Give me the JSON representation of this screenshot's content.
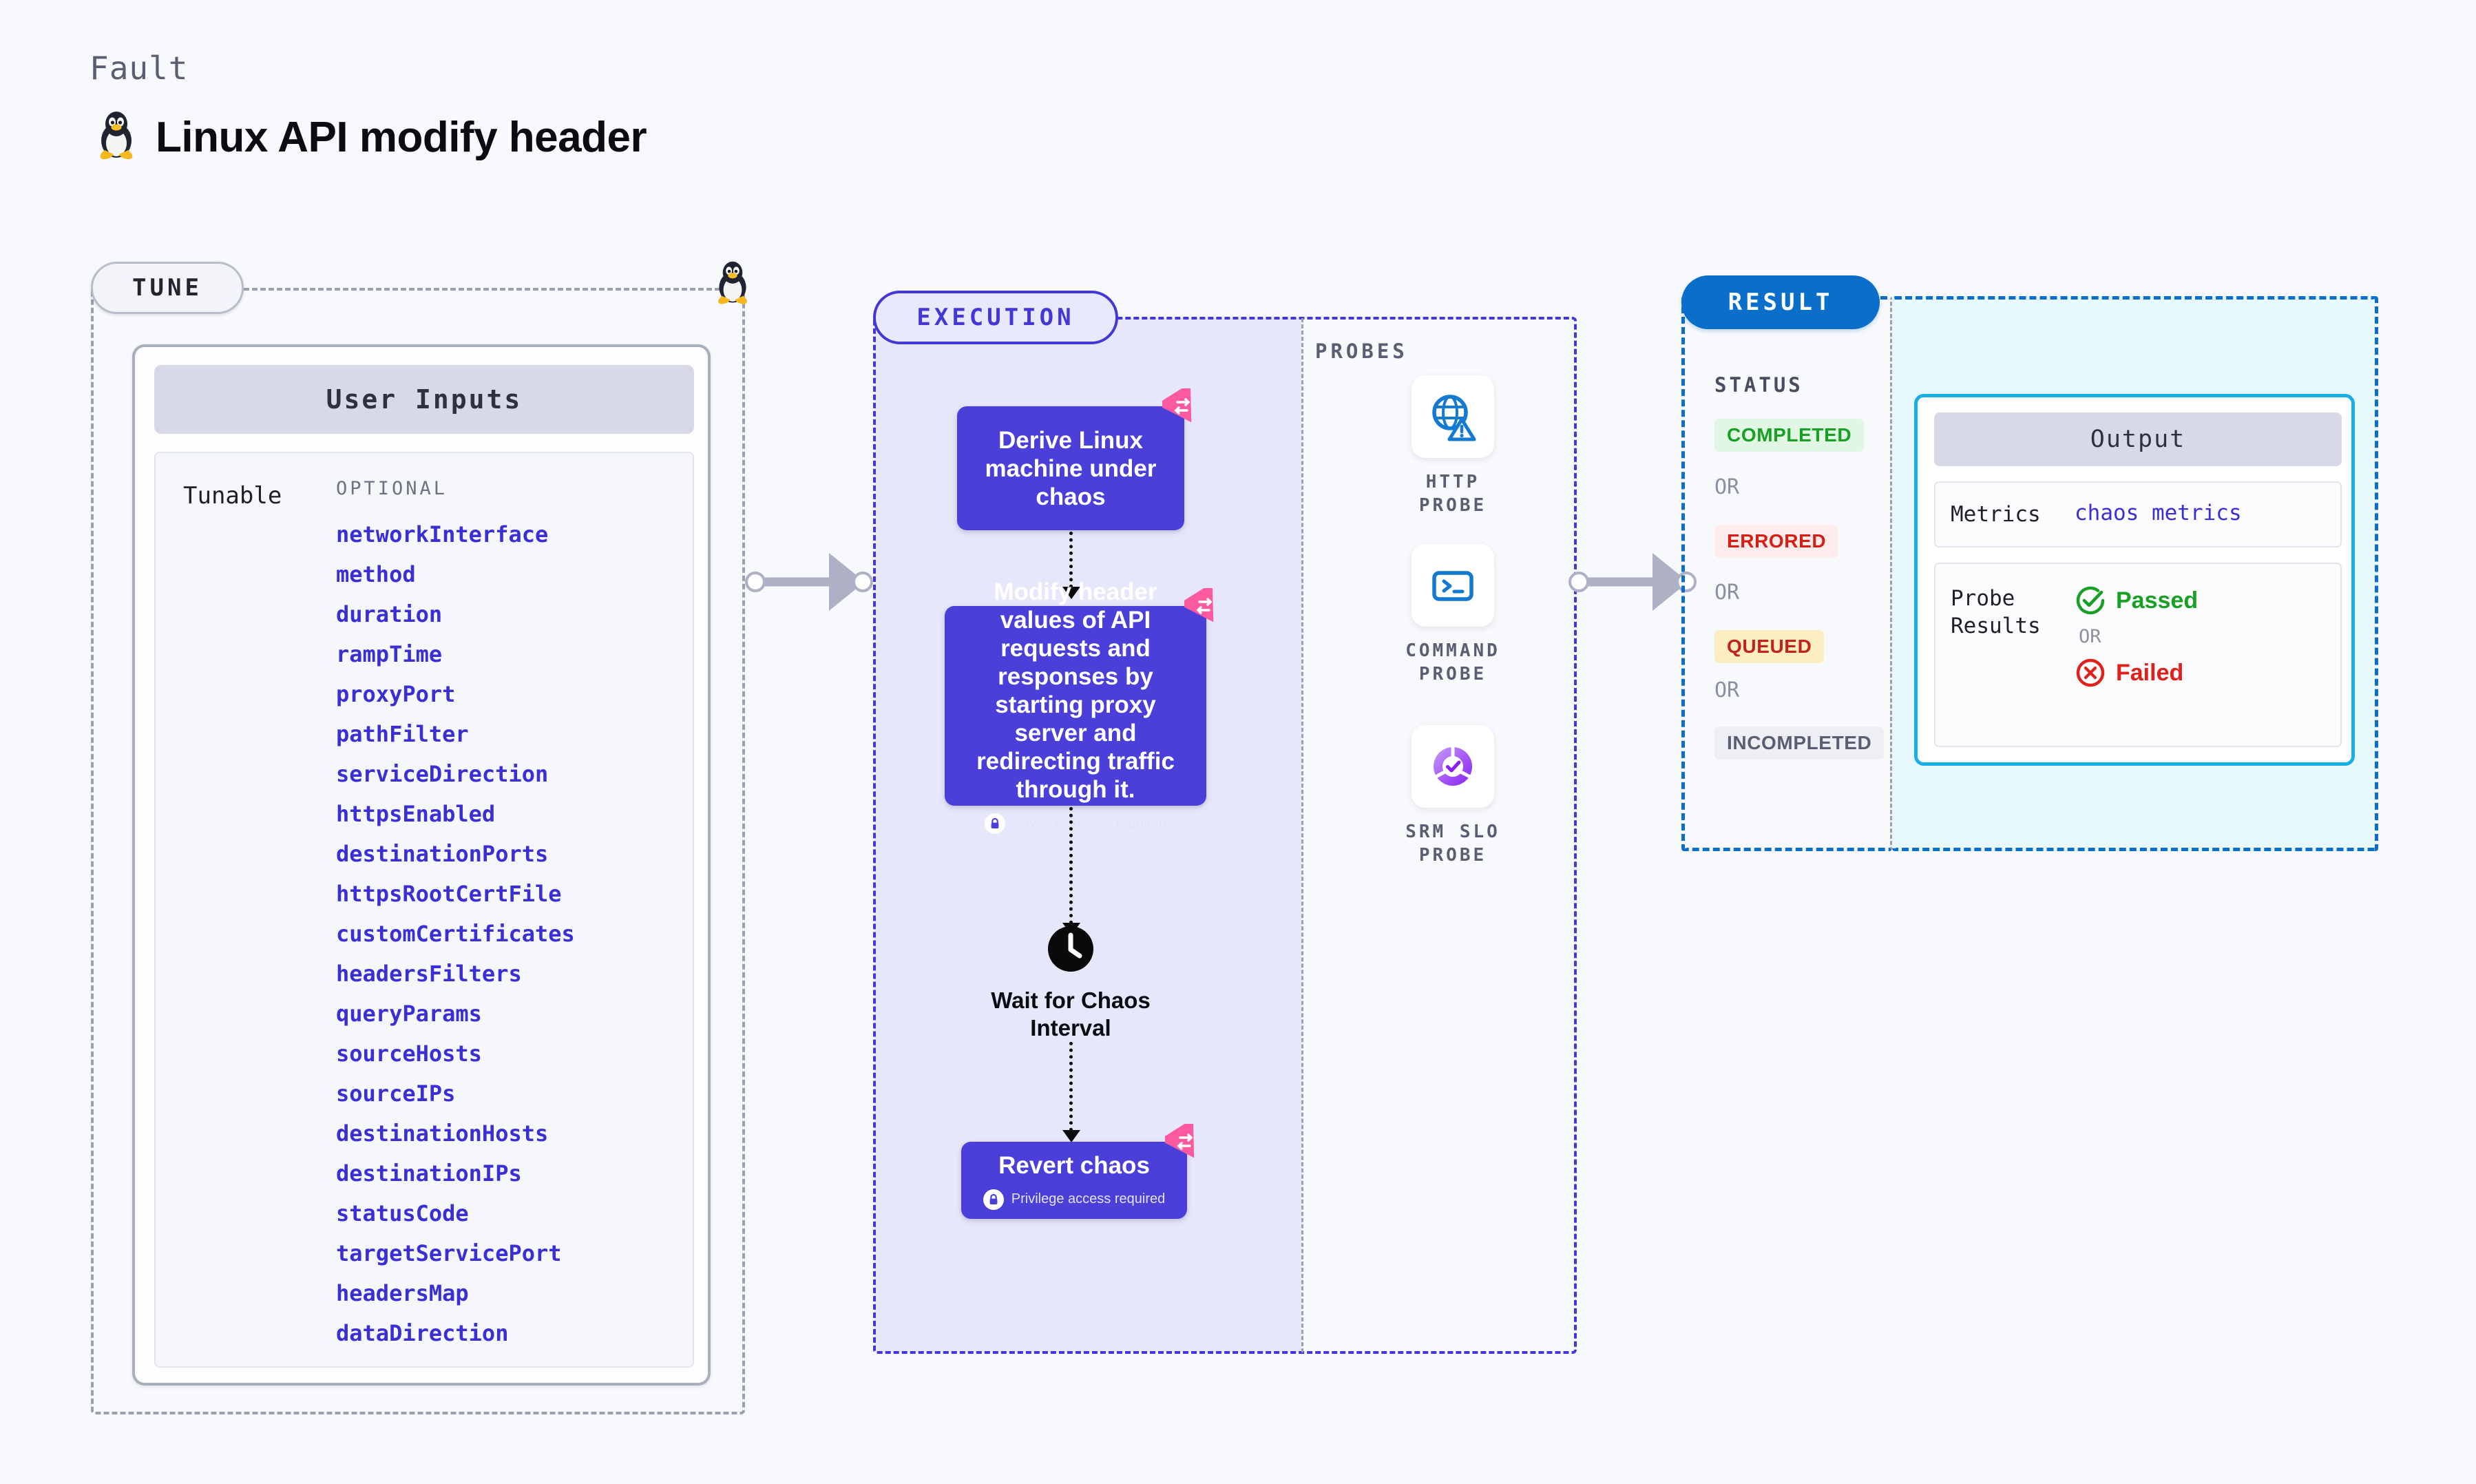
{
  "header": {
    "kicker": "Fault",
    "title": "Linux API modify header",
    "icon": "linux-penguin-icon"
  },
  "tune": {
    "pill_label": "TUNE",
    "card_title": "User Inputs",
    "row_label": "Tunable",
    "optional_label": "OPTIONAL",
    "params": [
      "networkInterface",
      "method",
      "duration",
      "rampTime",
      "proxyPort",
      "pathFilter",
      "serviceDirection",
      "httpsEnabled",
      "destinationPorts",
      "httpsRootCertFile",
      "customCertificates",
      "headersFilters",
      "queryParams",
      "sourceHosts",
      "sourceIPs",
      "destinationHosts",
      "destinationIPs",
      "statusCode",
      "targetServicePort",
      "headersMap",
      "dataDirection"
    ]
  },
  "execution": {
    "pill_label": "EXECUTION",
    "privilege_note": "Privilege access required",
    "steps": [
      {
        "id": "derive",
        "text": "Derive Linux machine under chaos",
        "privilege": false,
        "badge": "litmus-logo-icon"
      },
      {
        "id": "modify",
        "text": "Modify header values of API requests and responses by starting proxy server and redirecting traffic through it.",
        "privilege": true,
        "badge": "litmus-logo-icon"
      },
      {
        "id": "wait",
        "text": "Wait for Chaos Interval",
        "icon": "clock-icon"
      },
      {
        "id": "revert",
        "text": "Revert chaos",
        "privilege": true,
        "badge": "litmus-logo-icon"
      }
    ]
  },
  "probes": {
    "section_label": "PROBES",
    "items": [
      {
        "label": "HTTP PROBE",
        "icon": "globe-warning-icon"
      },
      {
        "label": "COMMAND PROBE",
        "icon": "terminal-icon"
      },
      {
        "label": "SRM SLO PROBE",
        "icon": "slo-donut-check-icon"
      }
    ]
  },
  "result": {
    "pill_label": "RESULT",
    "status_label": "STATUS",
    "or_label": "OR",
    "statuses": [
      {
        "label": "COMPLETED",
        "fg": "#17a024",
        "bg": "#e2f7e3"
      },
      {
        "label": "ERRORED",
        "fg": "#d32016",
        "bg": "#fdeceb"
      },
      {
        "label": "QUEUED",
        "fg": "#c2221c",
        "bg": "#fdeec2"
      },
      {
        "label": "INCOMPLETED",
        "fg": "#5b5d72",
        "bg": "#eeeff5"
      }
    ],
    "output": {
      "title": "Output",
      "metrics_key": "Metrics",
      "metrics_value": "chaos metrics",
      "probe_results_key": "Probe Results",
      "passed_label": "Passed",
      "failed_label": "Failed",
      "or_label": "OR"
    }
  },
  "colors": {
    "page_bg": "#f8f9fc",
    "accent_indigo": "#4a3fd8",
    "accent_blue": "#0b6fca",
    "accent_cyan": "#19aee5",
    "param_link": "#3a2fd4",
    "litmus_pink": "#fb5a9e"
  }
}
